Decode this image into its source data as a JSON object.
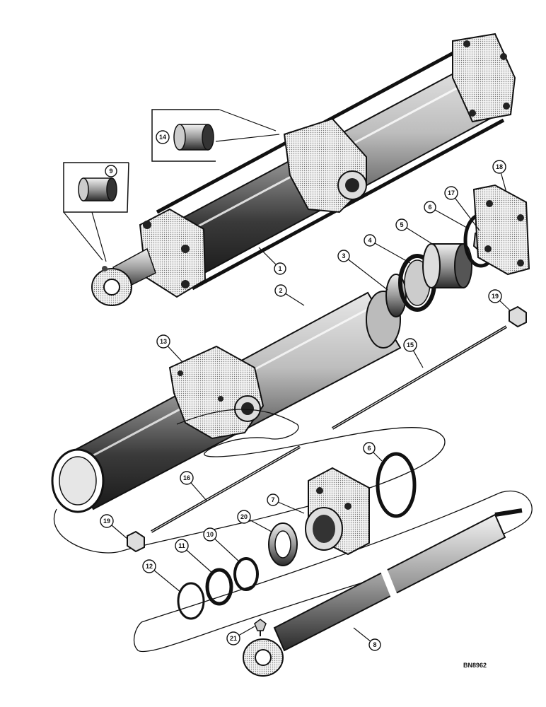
{
  "callouts": {
    "c1": "1",
    "c2": "2",
    "c3": "3",
    "c4": "4",
    "c5": "5",
    "c6a": "6",
    "c6b": "6",
    "c7": "7",
    "c8": "8",
    "c9": "9",
    "c10": "10",
    "c11": "11",
    "c12": "12",
    "c13": "13",
    "c14": "14",
    "c15": "15",
    "c16": "16",
    "c17": "17",
    "c18": "18",
    "c19a": "19",
    "c19b": "19",
    "c20": "20",
    "c21": "21"
  },
  "reference": "BN8962",
  "colors": {
    "ink": "#111111",
    "shade": "#6e6e6e",
    "light": "#d8d8d8",
    "paper": "#ffffff"
  }
}
